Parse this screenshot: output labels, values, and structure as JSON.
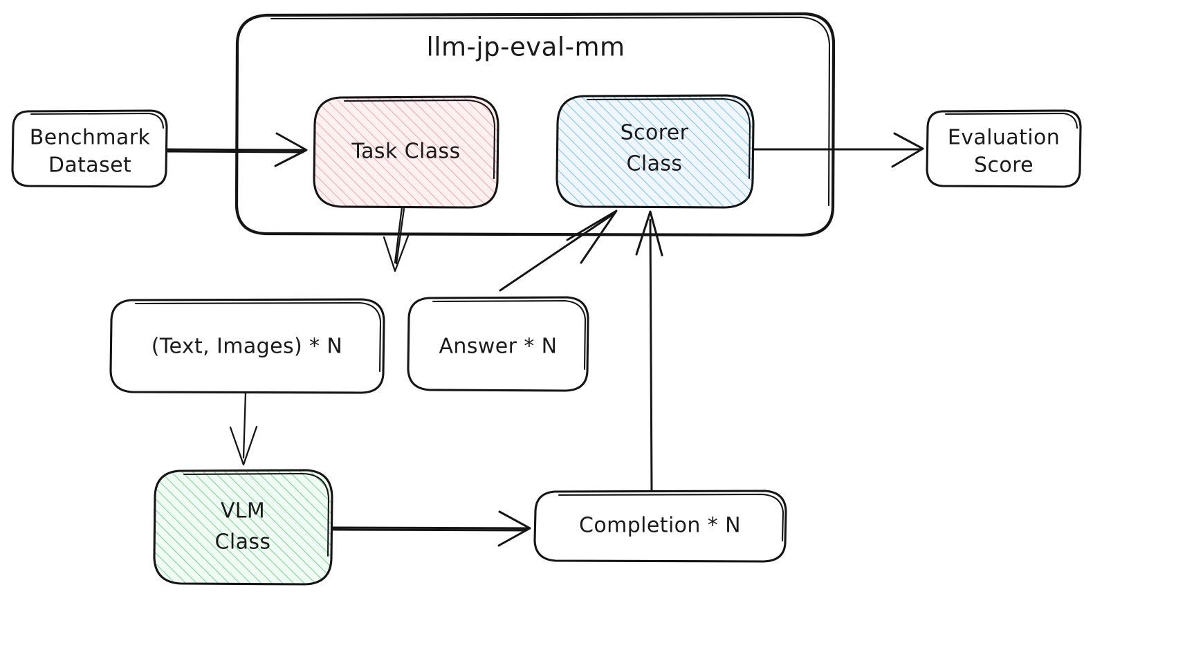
{
  "diagram": {
    "title": "llm-jp-eval-mm",
    "background_color": "#ffffff",
    "stroke_color": "#151515",
    "group": {
      "label": "llm-jp-eval-mm",
      "name": "llm-jp-eval-mm-container"
    },
    "nodes": [
      {
        "id": "benchmark-dataset",
        "label_line1": "Benchmark",
        "label_line2": "Dataset",
        "fill": "#ffffff",
        "hatch": "none",
        "hatch_color": ""
      },
      {
        "id": "task-class",
        "label_line1": "Task Class",
        "label_line2": "",
        "fill": "#fdeced",
        "hatch": "diagonal",
        "hatch_color": "#f2a6ad"
      },
      {
        "id": "scorer-class",
        "label_line1": "Scorer",
        "label_line2": "Class",
        "fill": "#e8f4fc",
        "hatch": "diagonal",
        "hatch_color": "#7cc3ea"
      },
      {
        "id": "evaluation-score",
        "label_line1": "Evaluation",
        "label_line2": "Score",
        "fill": "#ffffff",
        "hatch": "none",
        "hatch_color": ""
      },
      {
        "id": "text-images",
        "label_line1": "(Text, Images) * N",
        "label_line2": "",
        "fill": "#ffffff",
        "hatch": "none",
        "hatch_color": ""
      },
      {
        "id": "answer",
        "label_line1": "Answer * N",
        "label_line2": "",
        "fill": "#ffffff",
        "hatch": "none",
        "hatch_color": ""
      },
      {
        "id": "vlm-class",
        "label_line1": "VLM",
        "label_line2": "Class",
        "fill": "#e8f8ec",
        "hatch": "diagonal",
        "hatch_color": "#7ad29a"
      },
      {
        "id": "completion",
        "label_line1": "Completion * N",
        "label_line2": "",
        "fill": "#ffffff",
        "hatch": "none",
        "hatch_color": ""
      }
    ],
    "edges": [
      {
        "id": "edge-benchmark-to-task",
        "from": "benchmark-dataset",
        "to": "task-class",
        "arrow": true
      },
      {
        "id": "edge-scorer-to-evaluation",
        "from": "scorer-class",
        "to": "evaluation-score",
        "arrow": true
      },
      {
        "id": "edge-task-to-textimages",
        "from": "task-class",
        "to": "text-images",
        "arrow": true
      },
      {
        "id": "edge-textimages-to-vlm",
        "from": "text-images",
        "to": "vlm-class",
        "arrow": true
      },
      {
        "id": "edge-vlm-to-completion",
        "from": "vlm-class",
        "to": "completion",
        "arrow": true
      },
      {
        "id": "edge-completion-to-scorer",
        "from": "completion",
        "to": "scorer-class",
        "arrow": true
      },
      {
        "id": "edge-answer-to-scorer",
        "from": "answer",
        "to": "scorer-class",
        "arrow": true
      }
    ]
  }
}
